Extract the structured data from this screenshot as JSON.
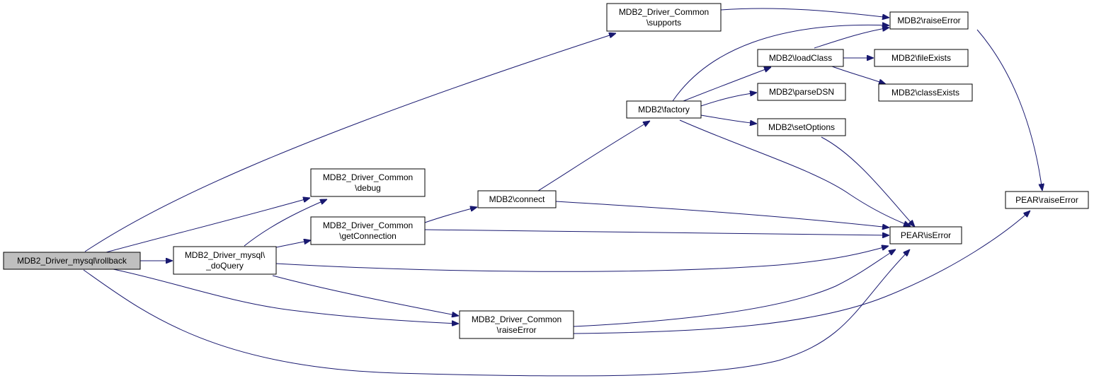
{
  "graph": {
    "edge_color": "#191970",
    "root_fill": "#bfbfbf",
    "nodes": [
      {
        "id": "rollback",
        "lines": [
          "MDB2_Driver_mysql\\rollback"
        ],
        "root": true
      },
      {
        "id": "supports",
        "lines": [
          "MDB2_Driver_Common",
          "\\supports"
        ]
      },
      {
        "id": "debug",
        "lines": [
          "MDB2_Driver_Common",
          "\\debug"
        ]
      },
      {
        "id": "getConnection",
        "lines": [
          "MDB2_Driver_Common",
          "\\getConnection"
        ]
      },
      {
        "id": "doQuery",
        "lines": [
          "MDB2_Driver_mysql\\",
          "_doQuery"
        ]
      },
      {
        "id": "commonRaiseError",
        "lines": [
          "MDB2_Driver_Common",
          "\\raiseError"
        ]
      },
      {
        "id": "connect",
        "lines": [
          "MDB2\\connect"
        ]
      },
      {
        "id": "factory",
        "lines": [
          "MDB2\\factory"
        ]
      },
      {
        "id": "loadClass",
        "lines": [
          "MDB2\\loadClass"
        ]
      },
      {
        "id": "parseDSN",
        "lines": [
          "MDB2\\parseDSN"
        ]
      },
      {
        "id": "setOptions",
        "lines": [
          "MDB2\\setOptions"
        ]
      },
      {
        "id": "mdb2RaiseError",
        "lines": [
          "MDB2\\raiseError"
        ]
      },
      {
        "id": "fileExists",
        "lines": [
          "MDB2\\fileExists"
        ]
      },
      {
        "id": "classExists",
        "lines": [
          "MDB2\\classExists"
        ]
      },
      {
        "id": "isError",
        "lines": [
          "PEAR\\isError"
        ]
      },
      {
        "id": "pearRaiseError",
        "lines": [
          "PEAR\\raiseError"
        ]
      }
    ],
    "edges": [
      {
        "from": "rollback",
        "to": "supports"
      },
      {
        "from": "rollback",
        "to": "debug"
      },
      {
        "from": "rollback",
        "to": "doQuery"
      },
      {
        "from": "rollback",
        "to": "commonRaiseError"
      },
      {
        "from": "rollback",
        "to": "isError"
      },
      {
        "from": "supports",
        "to": "mdb2RaiseError"
      },
      {
        "from": "doQuery",
        "to": "debug"
      },
      {
        "from": "doQuery",
        "to": "getConnection"
      },
      {
        "from": "doQuery",
        "to": "commonRaiseError"
      },
      {
        "from": "doQuery",
        "to": "isError"
      },
      {
        "from": "getConnection",
        "to": "connect"
      },
      {
        "from": "getConnection",
        "to": "isError"
      },
      {
        "from": "connect",
        "to": "factory"
      },
      {
        "from": "connect",
        "to": "isError"
      },
      {
        "from": "factory",
        "to": "mdb2RaiseError"
      },
      {
        "from": "factory",
        "to": "loadClass"
      },
      {
        "from": "factory",
        "to": "parseDSN"
      },
      {
        "from": "factory",
        "to": "setOptions"
      },
      {
        "from": "factory",
        "to": "isError"
      },
      {
        "from": "loadClass",
        "to": "mdb2RaiseError"
      },
      {
        "from": "loadClass",
        "to": "fileExists"
      },
      {
        "from": "loadClass",
        "to": "classExists"
      },
      {
        "from": "setOptions",
        "to": "isError"
      },
      {
        "from": "mdb2RaiseError",
        "to": "pearRaiseError"
      },
      {
        "from": "commonRaiseError",
        "to": "isError"
      },
      {
        "from": "commonRaiseError",
        "to": "pearRaiseError"
      }
    ]
  }
}
